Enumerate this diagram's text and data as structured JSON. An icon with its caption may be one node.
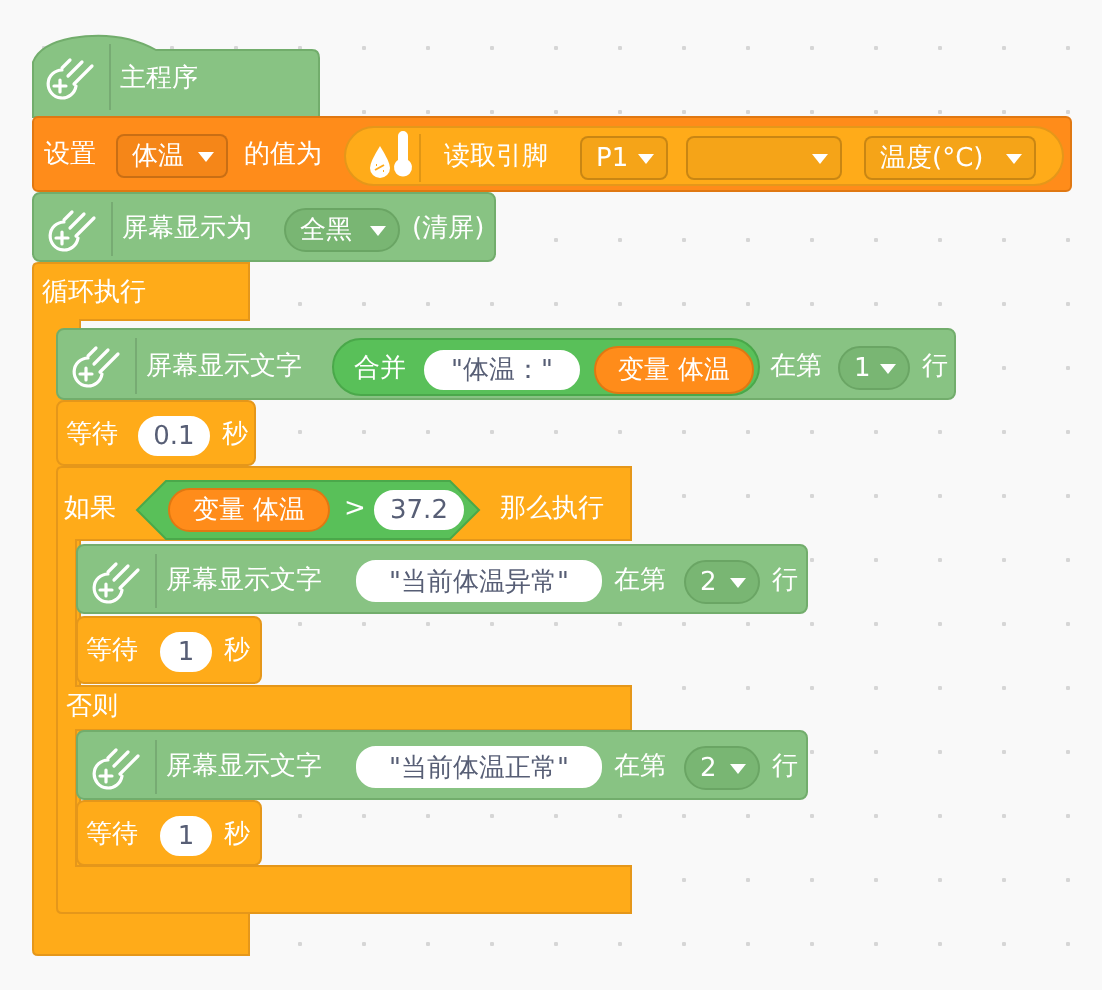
{
  "diagram": {
    "nodes": [
      {
        "text": [
          "主程序"
        ]
      },
      {
        "text": [
          "设置",
          "的值为"
        ]
      },
      {
        "text": [
          "体温"
        ],
        "in": 1
      },
      {
        "text": [
          "读取引脚"
        ],
        "in": 1
      },
      {
        "text": [
          "P1"
        ],
        "in": 3
      },
      {
        "text": [],
        "shape": "box",
        "in": 3
      },
      {
        "text": [
          "温度(°C)"
        ],
        "in": 3
      },
      {
        "text": [
          "屏幕显示为",
          "(清屏)"
        ]
      },
      {
        "text": [
          "全黑"
        ],
        "in": 7
      },
      {
        "text": [
          "循环执行"
        ]
      },
      {
        "text": [
          "屏幕显示文字",
          "在第",
          "行"
        ]
      },
      {
        "text": [
          "合并"
        ],
        "in": 10
      },
      {
        "text": [
          "\"体温：\""
        ],
        "in": 11
      },
      {
        "text": [
          "变量 体温"
        ],
        "in": 11
      },
      {
        "text": [
          "1"
        ],
        "in": 10
      },
      {
        "text": [
          "等待",
          "秒"
        ]
      },
      {
        "text": [
          "0.1"
        ],
        "in": 15
      },
      {
        "text": [
          "如果",
          "那么执行",
          "否则"
        ]
      },
      {
        "text": [
          ">"
        ],
        "in": 17
      },
      {
        "text": [
          "变量 体温"
        ],
        "in": 18
      },
      {
        "text": [
          "37.2"
        ],
        "in": 18
      },
      {
        "text": [
          "屏幕显示文字",
          "在第",
          "行"
        ]
      },
      {
        "text": [
          "\"当前体温异常\""
        ],
        "in": 21
      },
      {
        "text": [
          "2"
        ],
        "in": 21
      },
      {
        "text": [
          "等待",
          "秒"
        ]
      },
      {
        "text": [
          "1"
        ],
        "in": 24
      },
      {
        "text": [
          "屏幕显示文字",
          "在第",
          "行"
        ]
      },
      {
        "text": [
          "\"当前体温正常\""
        ],
        "in": 26
      },
      {
        "text": [
          "2"
        ],
        "in": 26
      },
      {
        "text": [
          "等待",
          "秒"
        ]
      },
      {
        "text": [
          "1"
        ],
        "in": 29
      }
    ]
  }
}
